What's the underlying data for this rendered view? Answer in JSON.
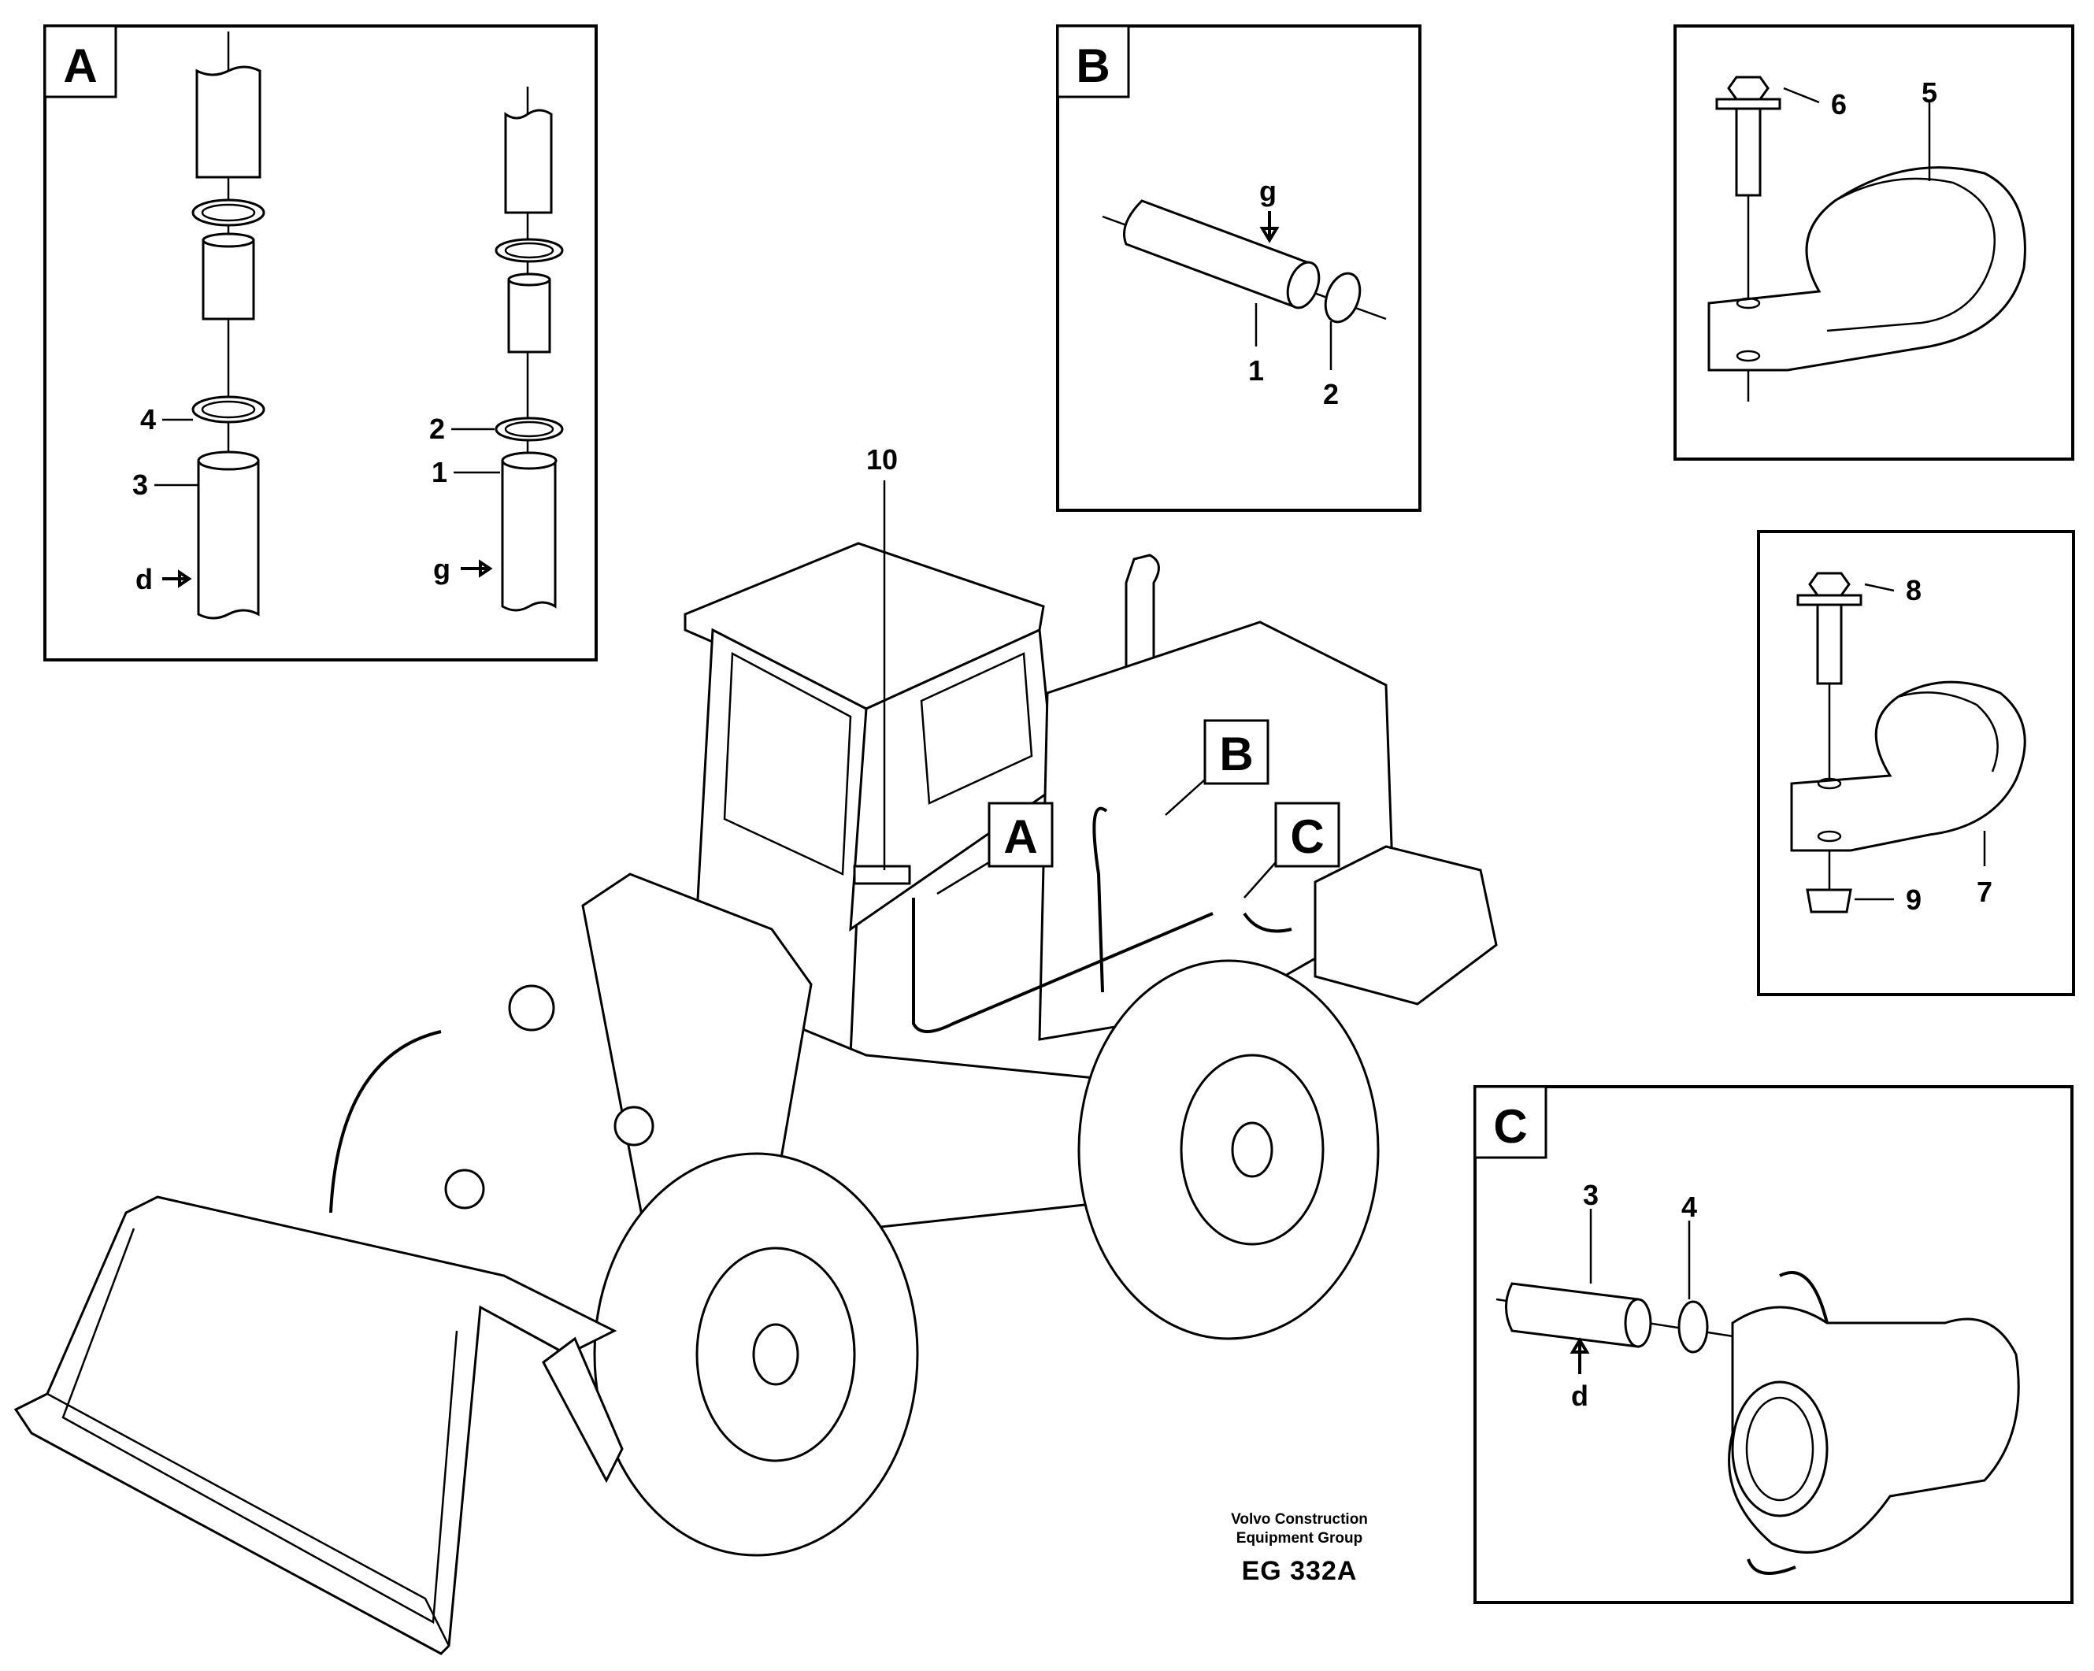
{
  "panels": {
    "A": {
      "letter": "A",
      "labels": {
        "4": "4",
        "3": "3",
        "d": "d",
        "2": "2",
        "1": "1",
        "g": "g"
      }
    },
    "B": {
      "letter": "B",
      "labels": {
        "g": "g",
        "1": "1",
        "2": "2"
      }
    },
    "clamp_top": {
      "labels": {
        "6": "6",
        "5": "5"
      }
    },
    "clamp_mid": {
      "labels": {
        "8": "8",
        "9": "9",
        "7": "7"
      }
    },
    "C": {
      "letter": "C",
      "labels": {
        "3": "3",
        "4": "4",
        "d": "d"
      }
    }
  },
  "main": {
    "callout_10": "10",
    "tag_A": "A",
    "tag_B": "B",
    "tag_C": "C"
  },
  "footer": {
    "line1": "Volvo Construction",
    "line2": "Equipment Group",
    "code": "EG 332A"
  }
}
